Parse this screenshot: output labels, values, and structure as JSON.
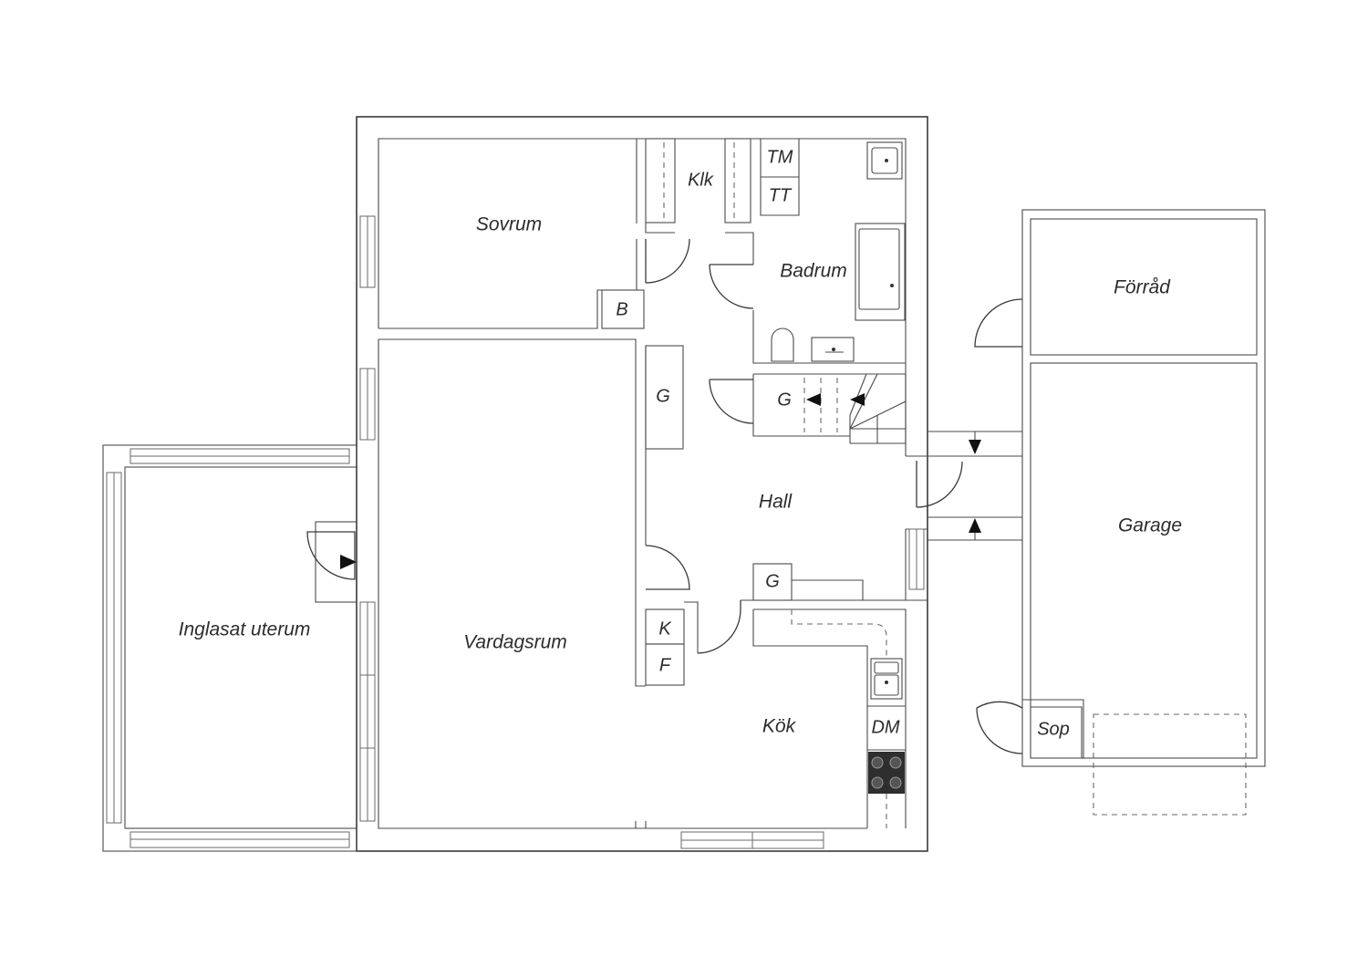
{
  "rooms": {
    "sovrum": "Sovrum",
    "klk": "Klk",
    "tm": "TM",
    "tt": "TT",
    "badrum": "Badrum",
    "b": "B",
    "g_closet_left": "G",
    "g_closet_stair": "G",
    "hall": "Hall",
    "g_closet_hall": "G",
    "k": "K",
    "f": "F",
    "vardagsrum": "Vardagsrum",
    "inglasat_uterum": "Inglasat uterum",
    "kok": "Kök",
    "dm": "DM",
    "forrad": "Förråd",
    "garage": "Garage",
    "sop": "Sop"
  },
  "icons": [
    "door-swing-icon",
    "stair-arrow-icon",
    "sink-icon",
    "bathtub-icon",
    "toilet-icon",
    "stove-icon",
    "window-icon"
  ],
  "colors": {
    "line": "#3a3a3a",
    "background": "#ffffff",
    "arrow": "#111111"
  }
}
